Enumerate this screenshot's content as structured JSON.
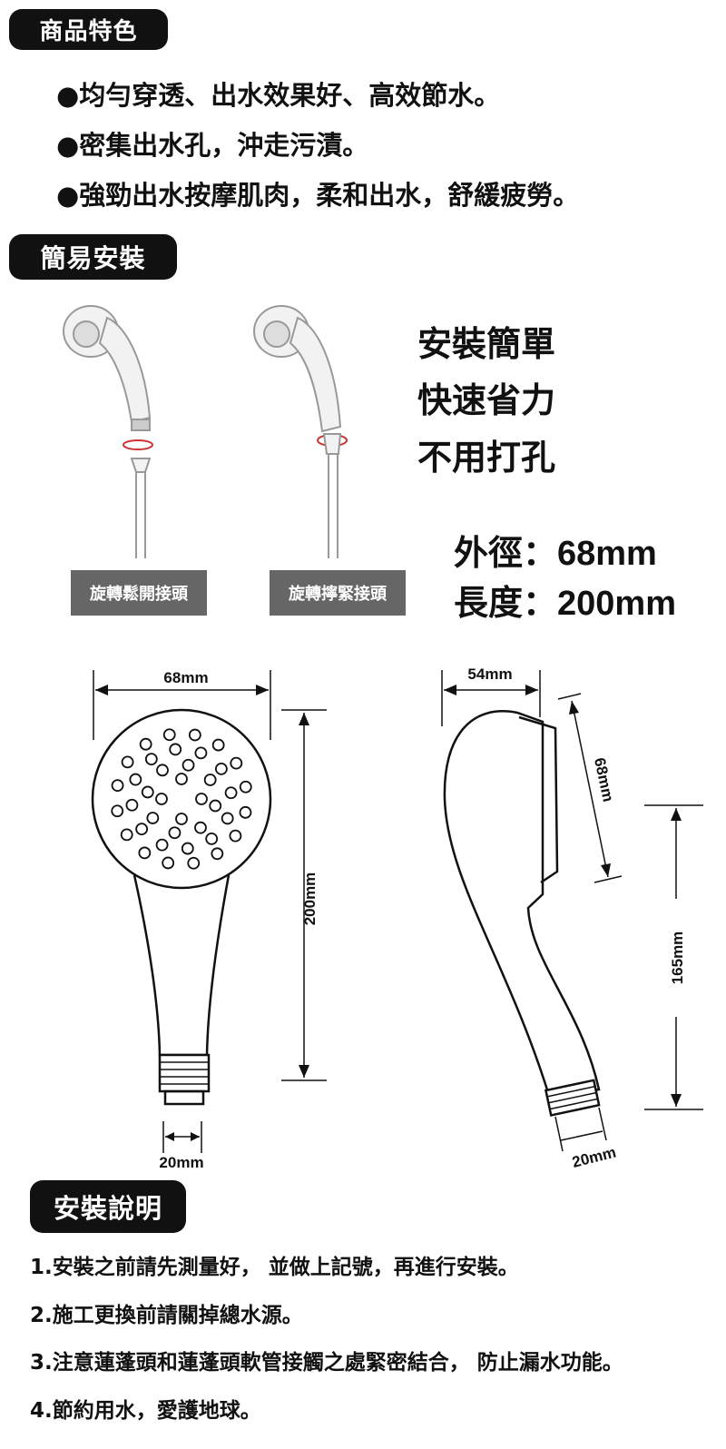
{
  "features": {
    "title": "商品特色",
    "items": [
      "●均勻穿透、出水效果好、高效節水。",
      "●密集出水孔，沖走污漬。",
      "●強勁出水按摩肌肉，柔和出水，舒緩疲勞。"
    ]
  },
  "install": {
    "title": "簡易安裝",
    "steps": [
      "旋轉鬆開接頭",
      "旋轉擰緊接頭"
    ],
    "benefits": [
      "安裝簡單",
      "快速省力",
      "不用打孔"
    ],
    "specs": [
      "外徑：68mm",
      "長度：200mm"
    ]
  },
  "dimensions": {
    "front_width": "68mm",
    "front_length": "200mm",
    "front_connector": "20mm",
    "side_depth": "54mm",
    "side_head": "68mm",
    "side_handle": "165mm",
    "side_connector": "20mm"
  },
  "instructions": {
    "title": "安裝說明",
    "items": [
      "1.安裝之前請先測量好， 並做上記號，再進行安裝。",
      "2.施工更換前請關掉總水源。",
      "3.注意蓮蓬頭和蓮蓬頭軟管接觸之處緊密結合， 防止漏水功能。",
      "4.節約用水，愛護地球。"
    ]
  }
}
